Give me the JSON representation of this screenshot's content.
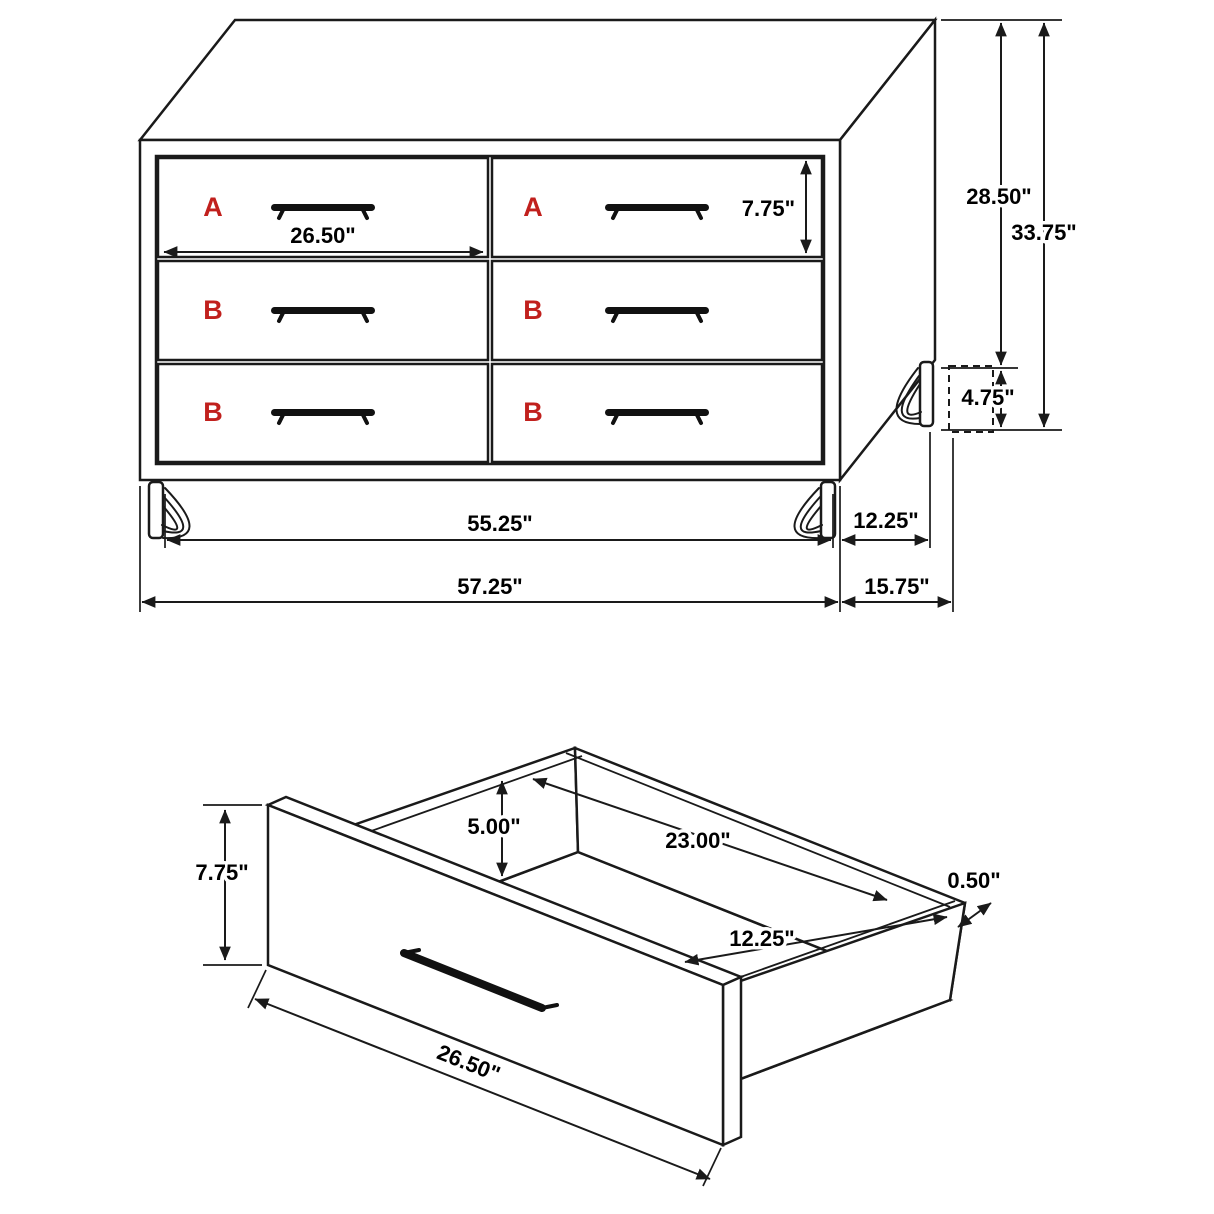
{
  "figure1": {
    "name": "dresser-elevation",
    "drawers": [
      {
        "label": "A"
      },
      {
        "label": "A"
      },
      {
        "label": "B"
      },
      {
        "label": "B"
      },
      {
        "label": "B"
      },
      {
        "label": "B"
      }
    ],
    "dims": {
      "drawer_width": "26.50\"",
      "drawer_height": "7.75\"",
      "case_height": "28.50\"",
      "overall_height": "33.75\"",
      "leg_height": "4.75\"",
      "width_between_legs": "55.25\"",
      "overall_width": "57.25\"",
      "depth_between_legs": "12.25\"",
      "overall_depth": "15.75\""
    }
  },
  "figure2": {
    "name": "drawer-detail",
    "dims": {
      "front_height": "7.75\"",
      "interior_height": "5.00\"",
      "interior_width": "23.00\"",
      "interior_depth": "12.25\"",
      "panel_thickness": "0.50\"",
      "front_width": "26.50\""
    }
  },
  "colors": {
    "line": "#1a1a1a",
    "label_red": "#c1201d",
    "dimension_text": "#000000",
    "background": "#ffffff"
  }
}
